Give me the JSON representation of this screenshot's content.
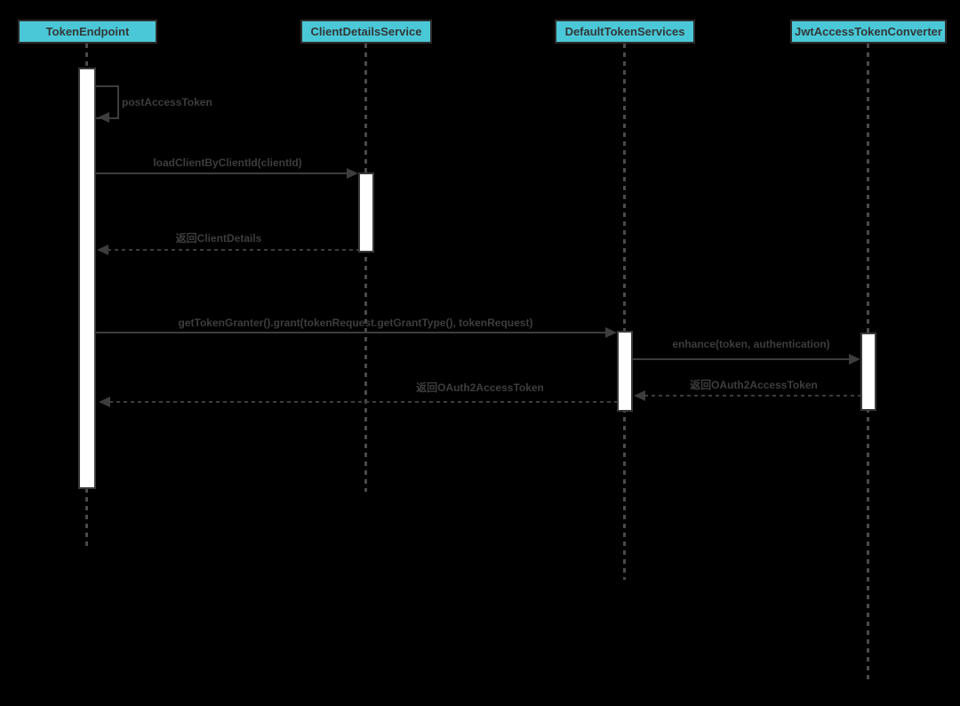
{
  "diagram": {
    "type": "uml-sequence",
    "colors": {
      "background": "#000000",
      "participant_fill": "#4bc8d7",
      "participant_border": "#2d2d2d",
      "participant_text": "#31383a",
      "message_line": "#3d3d3d",
      "lifeline": "#4a4a4a",
      "activation_fill": "#ffffff",
      "activation_border": "#3a3a3a"
    },
    "participants": [
      {
        "label": "TokenEndpoint"
      },
      {
        "label": "ClientDetailsService"
      },
      {
        "label": "DefaultTokenServices"
      },
      {
        "label": "JwtAccessTokenConverter"
      }
    ],
    "messages": [
      {
        "label": "postAccessToken",
        "from": "TokenEndpoint",
        "to": "TokenEndpoint",
        "kind": "self"
      },
      {
        "label": "loadClientByClientId(clientId)",
        "from": "TokenEndpoint",
        "to": "ClientDetailsService",
        "kind": "sync"
      },
      {
        "label": "返回ClientDetails",
        "from": "ClientDetailsService",
        "to": "TokenEndpoint",
        "kind": "return"
      },
      {
        "label": "getTokenGranter().grant(tokenRequest.getGrantType(), tokenRequest)",
        "from": "TokenEndpoint",
        "to": "DefaultTokenServices",
        "kind": "sync"
      },
      {
        "label": "enhance(token, authentication)",
        "from": "DefaultTokenServices",
        "to": "JwtAccessTokenConverter",
        "kind": "sync"
      },
      {
        "label": "返回OAuth2AccessToken",
        "from": "JwtAccessTokenConverter",
        "to": "DefaultTokenServices",
        "kind": "return"
      },
      {
        "label": "返回OAuth2AccessToken",
        "from": "DefaultTokenServices",
        "to": "TokenEndpoint",
        "kind": "return"
      }
    ]
  }
}
